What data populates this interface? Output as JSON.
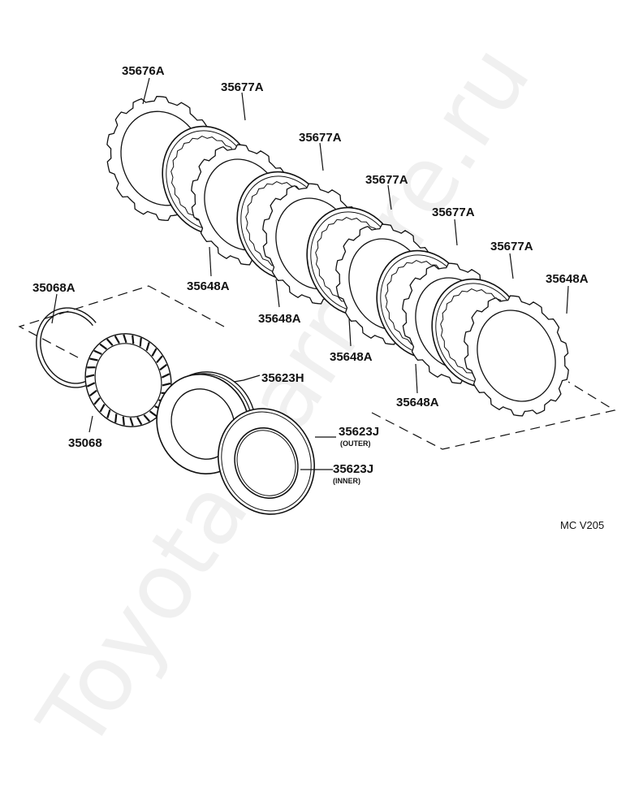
{
  "watermark": "Toyota-Larrotre.ru",
  "diagram_code": "MC V205",
  "labels": {
    "p35676A": "35676A",
    "p35677A_1": "35677A",
    "p35677A_2": "35677A",
    "p35677A_3": "35677A",
    "p35677A_4": "35677A",
    "p35677A_5": "35677A",
    "p35648A_1": "35648A",
    "p35648A_2": "35648A",
    "p35648A_3": "35648A",
    "p35648A_4": "35648A",
    "p35648A_5": "35648A",
    "p35068A": "35068A",
    "p35068": "35068",
    "p35623H": "35623H",
    "p35623J_outer": "35623J",
    "p35623J_outer_note": "(OUTER)",
    "p35623J_inner": "35623J",
    "p35623J_inner_note": "(INNER)"
  }
}
